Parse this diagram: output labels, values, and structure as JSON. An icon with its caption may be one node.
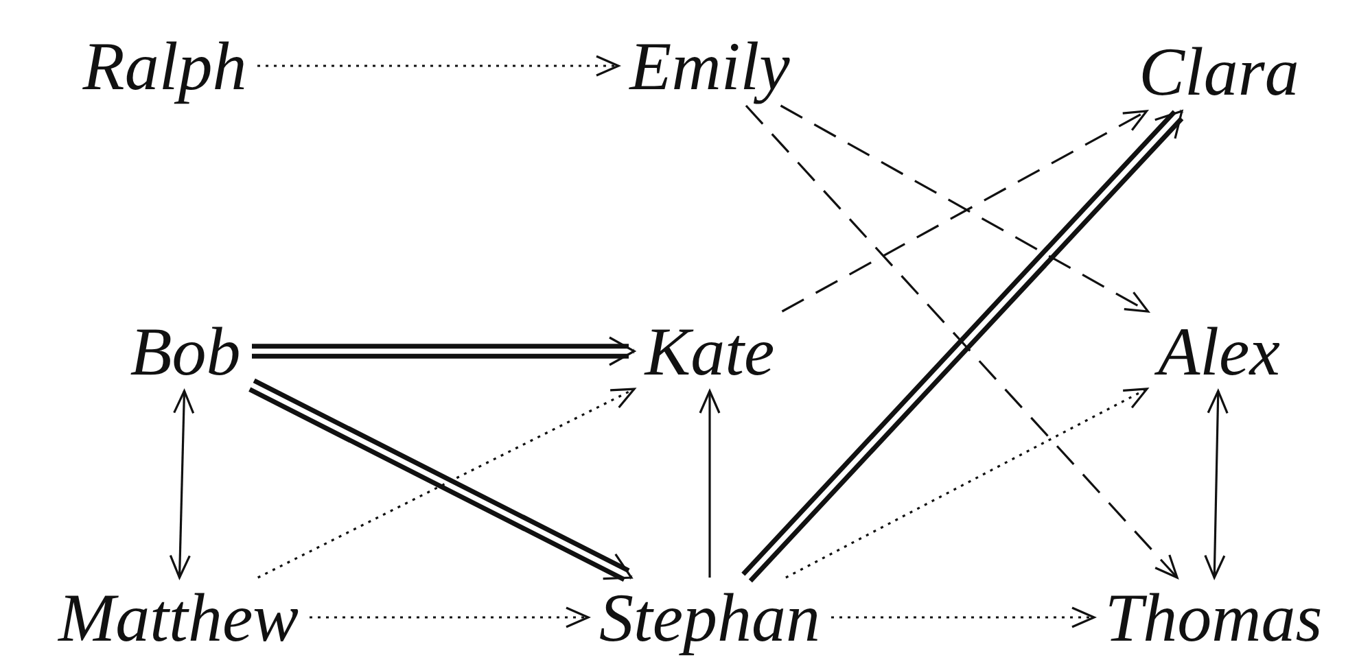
{
  "diagram": {
    "nodes": [
      {
        "text": [
          "Ralph"
        ]
      },
      {
        "text": [
          "Emily"
        ]
      },
      {
        "text": [
          "Clara"
        ]
      },
      {
        "text": [
          "Bob"
        ]
      },
      {
        "text": [
          "Kate"
        ]
      },
      {
        "text": [
          "Alex"
        ]
      },
      {
        "text": [
          "Matthew"
        ]
      },
      {
        "text": [
          "Stephan"
        ]
      },
      {
        "text": [
          "Thomas"
        ]
      }
    ],
    "edges": [
      {
        "from": 0,
        "to": 1,
        "arrow": "to",
        "style": "dashed"
      },
      {
        "from": 1,
        "to": 5,
        "arrow": "to",
        "style": "dashed"
      },
      {
        "from": 1,
        "to": 8,
        "arrow": "to",
        "style": "dashed"
      },
      {
        "from": 4,
        "to": 2,
        "arrow": "to",
        "style": "dashed"
      },
      {
        "from": 3,
        "to": 4,
        "arrow": "to",
        "style": "thick"
      },
      {
        "from": 3,
        "to": 7,
        "arrow": "to",
        "style": "thick"
      },
      {
        "from": 7,
        "to": 2,
        "arrow": "to",
        "style": "thick"
      },
      {
        "from": 3,
        "to": 6,
        "arrow": "both"
      },
      {
        "from": 6,
        "to": 4,
        "arrow": "to",
        "style": "dashed"
      },
      {
        "from": 7,
        "to": 4,
        "arrow": "to"
      },
      {
        "from": 7,
        "to": 5,
        "arrow": "to",
        "style": "dashed"
      },
      {
        "from": 5,
        "to": 8,
        "arrow": "both"
      },
      {
        "from": 6,
        "to": 7,
        "arrow": "to",
        "style": "dashed"
      },
      {
        "from": 7,
        "to": 8,
        "arrow": "to",
        "style": "dashed"
      }
    ]
  }
}
